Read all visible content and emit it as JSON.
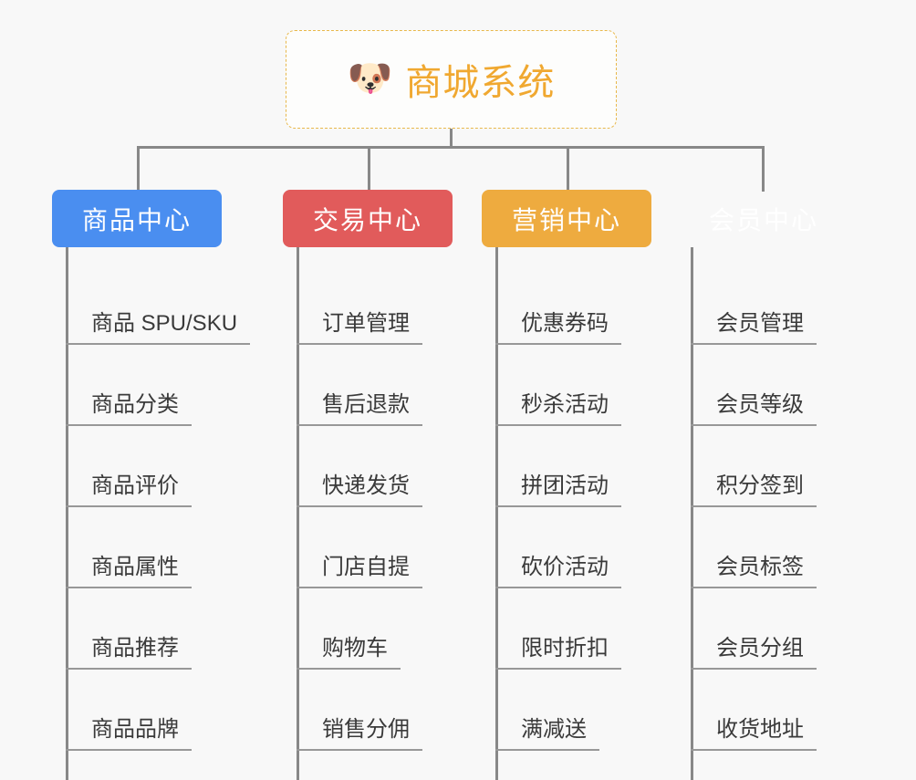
{
  "canvas": {
    "background": "#f8f8f8",
    "connector_color": "#888888"
  },
  "root": {
    "icon": "dog-face-emoji",
    "emoji": "🐶",
    "title": "商城系统",
    "text_color": "#f0a830",
    "border_color": "#e8b84b",
    "border_style": "dashed"
  },
  "branches": [
    {
      "title": "商品中心",
      "color": "#4a8ef0",
      "items": [
        "商品 SPU/SKU",
        "商品分类",
        "商品评价",
        "商品属性",
        "商品推荐",
        "商品品牌"
      ]
    },
    {
      "title": "交易中心",
      "color": "#e15b5b",
      "items": [
        "订单管理",
        "售后退款",
        "快递发货",
        "门店自提",
        "购物车",
        "销售分佣"
      ]
    },
    {
      "title": "营销中心",
      "color": "#eeab3f",
      "items": [
        "优惠券码",
        "秒杀活动",
        "拼团活动",
        "砍价活动",
        "限时折扣",
        "满减送"
      ]
    },
    {
      "title": "会员中心",
      "color": "#79c council",
      "items": [
        "会员管理",
        "会员等级",
        "积分签到",
        "会员标签",
        "会员分组",
        "收货地址"
      ]
    }
  ]
}
